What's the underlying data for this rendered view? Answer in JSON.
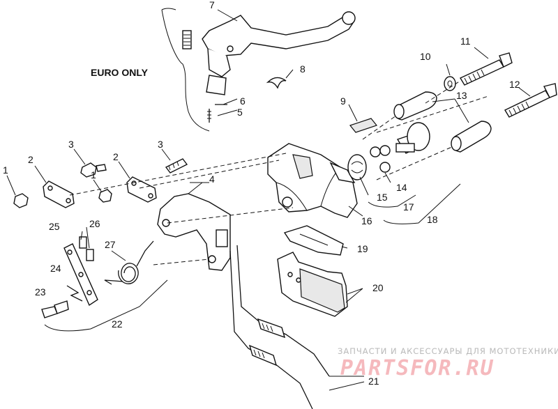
{
  "diagram": {
    "region_label": "EURO ONLY",
    "callouts": [
      "1",
      "2",
      "3",
      "4",
      "5",
      "6",
      "7",
      "8",
      "9",
      "10",
      "11",
      "12",
      "13",
      "14",
      "15",
      "16",
      "17",
      "18",
      "19",
      "20",
      "21",
      "22",
      "23",
      "24",
      "25",
      "26",
      "27"
    ]
  },
  "watermark": {
    "tagline": "ЗАПЧАСТИ И АКСЕССУАРЫ ДЛЯ МОТОТЕХНИКИ",
    "brand": "PARTSFOR.RU",
    "color": "#f5b9bd"
  }
}
